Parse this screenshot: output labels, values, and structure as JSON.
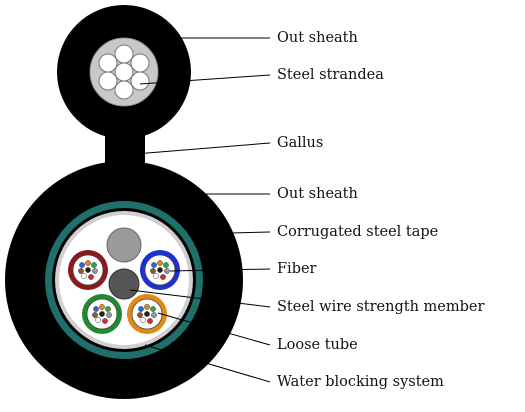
{
  "labels": {
    "out_sheath_top": "Out sheath",
    "steel_strand": "Steel strandea",
    "gallus": "Gallus",
    "out_sheath_bottom": "Out sheath",
    "corrugated_steel_tape": "Corrugated steel tape",
    "fiber": "Fiber",
    "steel_wire_strength_member": "Steel wire strength member",
    "loose_tube": "Loose tube",
    "water_blocking_system": "Water blocking system"
  },
  "colors": {
    "sheath": "#000000",
    "messenger_gray": "#c8c8c8",
    "strand_wire": "#b0b0b0",
    "tape_teal": "#1f6f6a",
    "water_blocking_gray": "#d0d0d0",
    "inner_fill": "#ffffff",
    "filler_gray": "#9a9a9a",
    "strength_member_dark": "#555555",
    "tube_red": "#8b1a1a",
    "tube_blue": "#1f2fd0",
    "tube_green": "#1f8a2e",
    "tube_orange": "#e08a14"
  },
  "fiber_colors": [
    "#2f62d6",
    "#e08a14",
    "#2aa84a",
    "#8a5a2a",
    "#9a9a9a",
    "#ffffff",
    "#d62a2a",
    "#222222"
  ]
}
